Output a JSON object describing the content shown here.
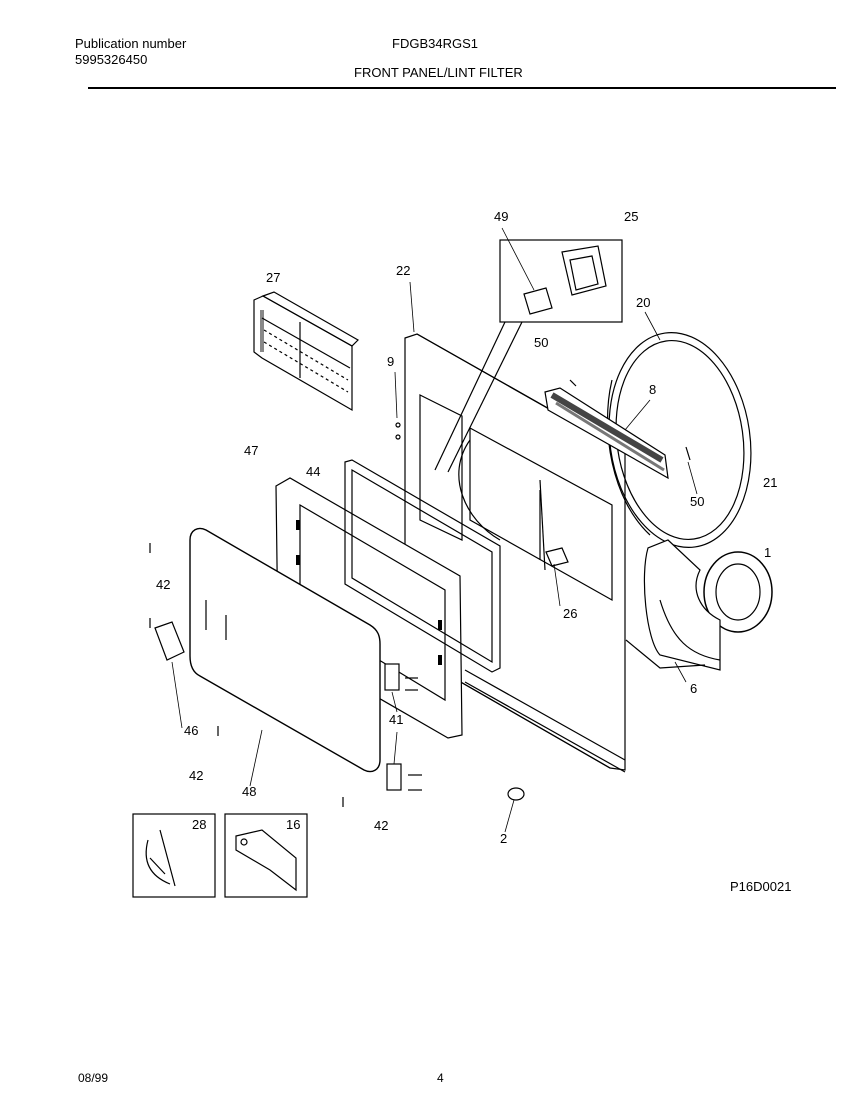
{
  "header": {
    "publication_label": "Publication number",
    "publication_number": "5995326450",
    "model": "FDGB34RGS1",
    "section_title": "FRONT PANEL/LINT FILTER"
  },
  "diagram": {
    "callouts": {
      "c49": "49",
      "c25": "25",
      "c27": "27",
      "c22": "22",
      "c20": "20",
      "c50a": "50",
      "c9": "9",
      "c8": "8",
      "c47": "47",
      "c44": "44",
      "c50b": "50",
      "c21": "21",
      "c1": "1",
      "c42a": "42",
      "c26": "26",
      "c6": "6",
      "c46": "46",
      "c41": "41",
      "c42b": "42",
      "c48": "48",
      "c42c": "42",
      "c2": "2",
      "c28": "28",
      "c16": "16"
    },
    "figure_code": "P16D0021"
  },
  "footer": {
    "date": "08/99",
    "page": "4"
  }
}
